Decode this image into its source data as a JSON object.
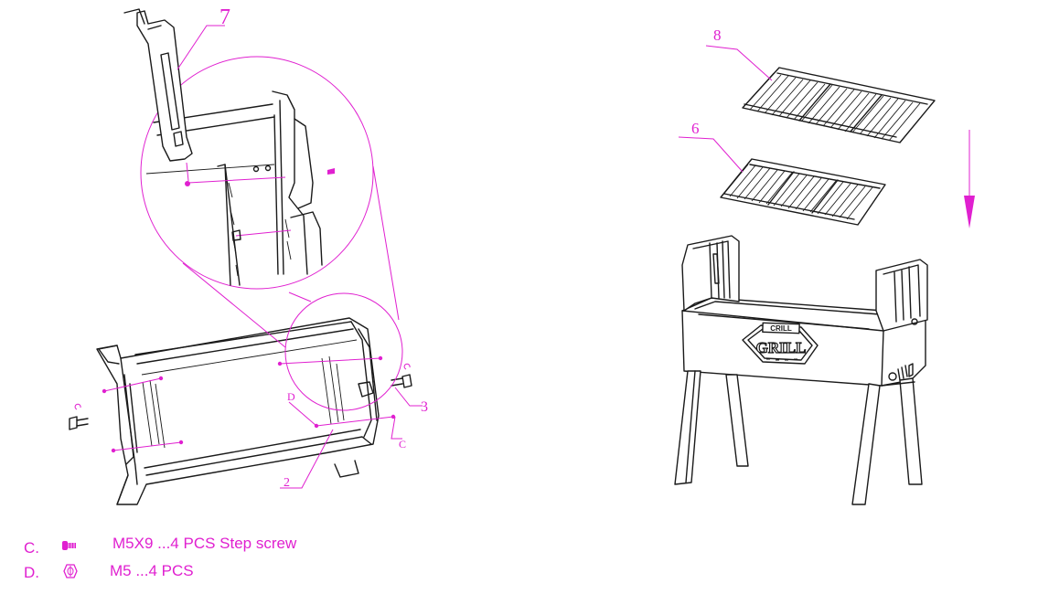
{
  "callouts": {
    "c7": "7",
    "c8": "8",
    "c6": "6",
    "c3": "3",
    "cD": "D",
    "cC": "C",
    "c2": "2"
  },
  "badge": {
    "top": "CRILL",
    "main": "GRILL"
  },
  "legend": [
    {
      "key": "C.",
      "icon": "step-screw-icon",
      "spec": "M5X9  ...4 PCS  Step screw"
    },
    {
      "key": "D.",
      "icon": "nut-icon",
      "spec": "M5 ...4 PCS"
    }
  ],
  "colors": {
    "accent": "#e020d0",
    "line": "#1a1a1a"
  }
}
